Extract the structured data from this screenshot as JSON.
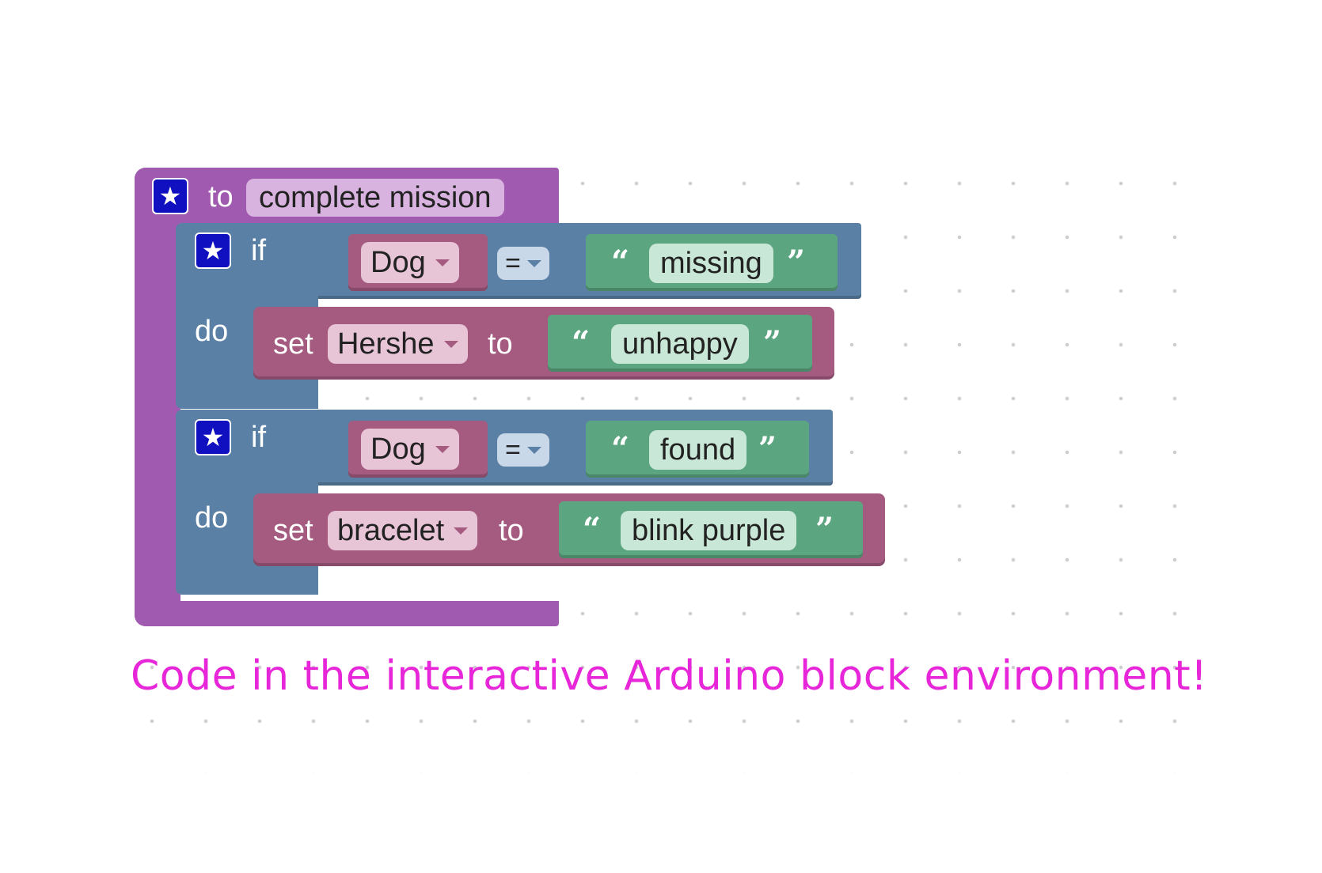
{
  "procedure": {
    "to_label": "to",
    "name": "complete mission"
  },
  "if_blocks": [
    {
      "if_label": "if",
      "do_label": "do",
      "compare_var": "Dog",
      "operator": "=",
      "compare_value": "missing",
      "set_label": "set",
      "set_var": "Hershe",
      "to_label": "to",
      "set_value": "unhappy"
    },
    {
      "if_label": "if",
      "do_label": "do",
      "compare_var": "Dog",
      "operator": "=",
      "compare_value": "found",
      "set_label": "set",
      "set_var": "bracelet",
      "to_label": "to",
      "set_value": "blink purple"
    }
  ],
  "caption": "Code in the interactive Arduino block environment!",
  "icons": {
    "mutator": "star-icon",
    "quote_open": "open-quote-icon",
    "quote_close": "close-quote-icon",
    "dropdown": "dropdown-arrow-icon"
  },
  "colors": {
    "procedure": "#a05ab0",
    "logic": "#5b80a5",
    "variable": "#a55b80",
    "text": "#5ba580",
    "caption": "#e626d8"
  }
}
